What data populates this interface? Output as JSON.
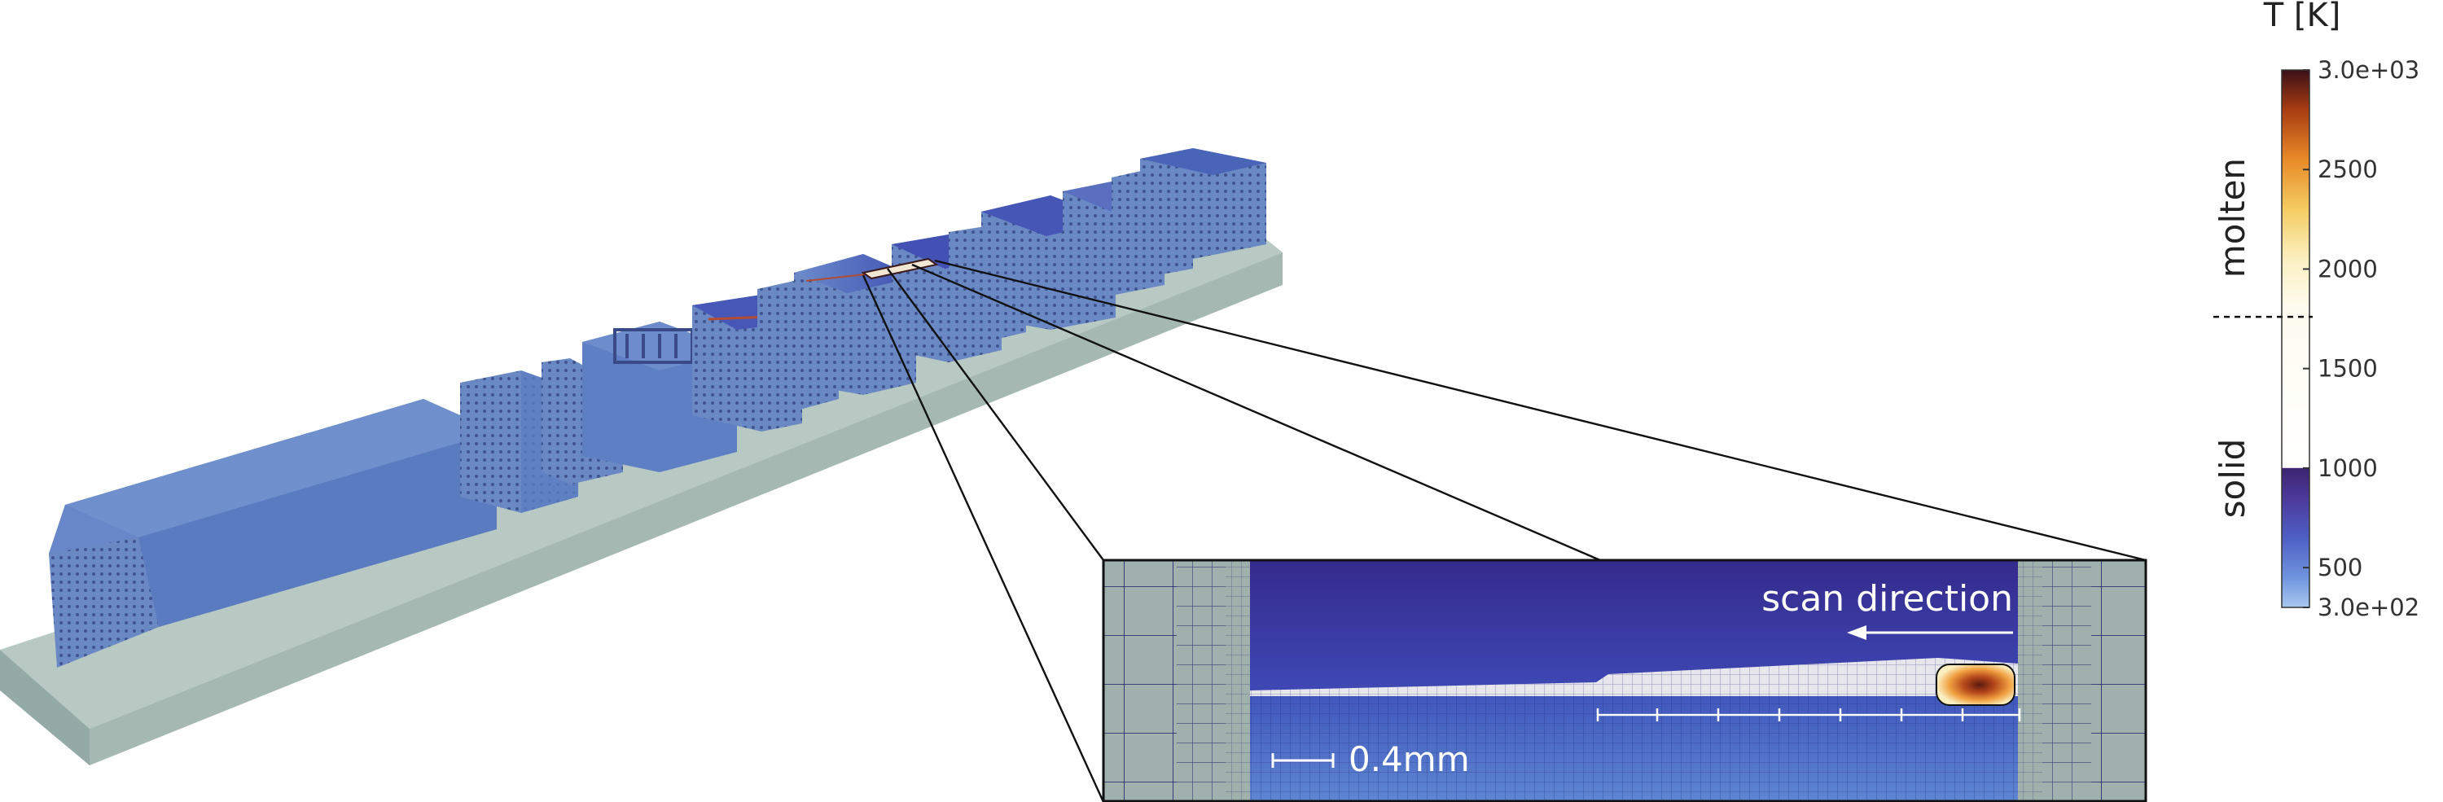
{
  "colorbar": {
    "title": "T [K]",
    "range": [
      300,
      3000
    ],
    "ticks": [
      {
        "value": 3000,
        "label": "3.0e+03"
      },
      {
        "value": 2500,
        "label": "2500"
      },
      {
        "value": 2000,
        "label": "2000"
      },
      {
        "value": 1500,
        "label": "1500"
      },
      {
        "value": 1000,
        "label": "1000"
      },
      {
        "value": 500,
        "label": "500"
      },
      {
        "value": 300,
        "label": "3.0e+02"
      }
    ],
    "phase_threshold": 1760,
    "phase_upper_label": "molten",
    "phase_lower_label": "solid",
    "stops": [
      {
        "value": 300,
        "color": "#a9c8f0"
      },
      {
        "value": 450,
        "color": "#6f94de"
      },
      {
        "value": 650,
        "color": "#4f5fc4"
      },
      {
        "value": 850,
        "color": "#4b3a9a"
      },
      {
        "value": 1000,
        "color": "#3c2470"
      },
      {
        "value": 1001,
        "color": "#ffffff"
      },
      {
        "value": 1800,
        "color": "#fefcf0"
      },
      {
        "value": 2050,
        "color": "#fbefc1"
      },
      {
        "value": 2300,
        "color": "#f4cc62"
      },
      {
        "value": 2550,
        "color": "#e88a28"
      },
      {
        "value": 2800,
        "color": "#a83d12"
      },
      {
        "value": 3000,
        "color": "#3b1018"
      }
    ]
  },
  "inset": {
    "annotation": "scan direction",
    "scale_label": "0.4mm"
  },
  "colors": {
    "baseplate_top": "#b6c7c2",
    "baseplate_side": "#8fa6a0",
    "part_cool": "#5b7fc0",
    "part_warm": "#3d4bb0",
    "mesh_line": "#1a1f6e"
  }
}
